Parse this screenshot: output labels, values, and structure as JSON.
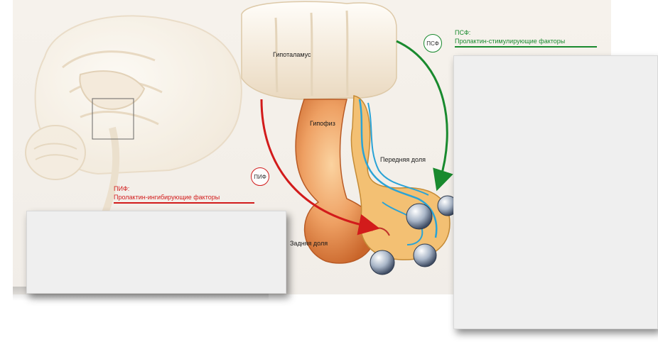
{
  "labels": {
    "hypothalamus": "Гипоталамус",
    "pituitary": "Гипофиз",
    "anterior_lobe": "Передняя доля",
    "posterior_lobe": "Задняя доля"
  },
  "pif": {
    "badge": "ПИФ",
    "abbr": "ПИФ:",
    "full": "Пролактин-ингибирующие факторы",
    "color": "#d21b1b"
  },
  "psf": {
    "badge": "ПСФ",
    "abbr": "ПСФ:",
    "full": "Пролактин-стимулирующие факторы",
    "color": "#198a2e"
  }
}
